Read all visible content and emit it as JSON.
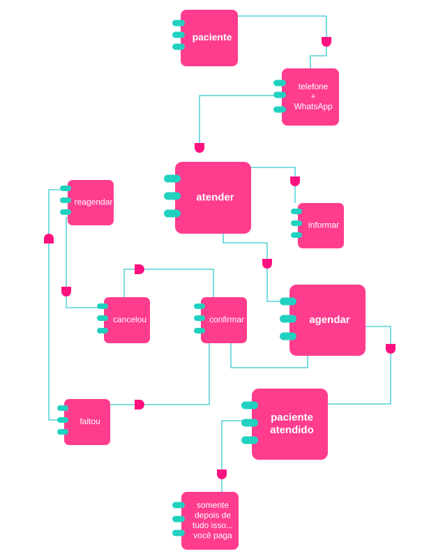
{
  "colors": {
    "node": "#ff3c8e",
    "pin": "#21d1c0",
    "lock": "#ff127f",
    "wire": "#34c8cf"
  },
  "nodes": {
    "paciente": {
      "lines": [
        "paciente"
      ]
    },
    "telefone": {
      "lines": [
        "telefone",
        "+",
        "WhatsApp"
      ]
    },
    "atender": {
      "lines": [
        "atender"
      ]
    },
    "informar": {
      "lines": [
        "informar"
      ]
    },
    "reagendar": {
      "lines": [
        "reagendar"
      ]
    },
    "cancelou": {
      "lines": [
        "cancelou"
      ]
    },
    "confirmar": {
      "lines": [
        "confirmar"
      ]
    },
    "agendar": {
      "lines": [
        "agendar"
      ]
    },
    "faltou": {
      "lines": [
        "faltou"
      ]
    },
    "paciente_atendido": {
      "lines": [
        "paciente",
        "atendido"
      ]
    },
    "somente": {
      "lines": [
        "somente",
        "depois de",
        "tudo isso...",
        "você paga"
      ]
    }
  }
}
